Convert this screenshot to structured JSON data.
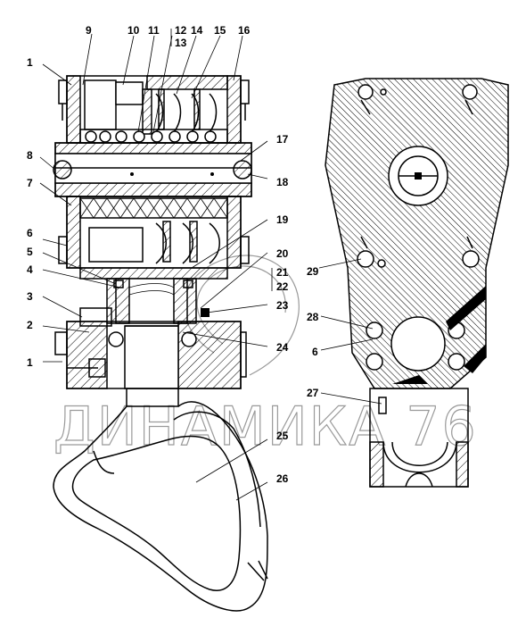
{
  "watermark": "ДИНАМИКА 76",
  "callouts": [
    {
      "id": "c1a",
      "text": "1"
    },
    {
      "id": "c1b",
      "text": "1"
    },
    {
      "id": "c2",
      "text": "2"
    },
    {
      "id": "c3",
      "text": "3"
    },
    {
      "id": "c4",
      "text": "4"
    },
    {
      "id": "c5",
      "text": "5"
    },
    {
      "id": "c6a",
      "text": "6"
    },
    {
      "id": "c6b",
      "text": "6"
    },
    {
      "id": "c7",
      "text": "7"
    },
    {
      "id": "c8",
      "text": "8"
    },
    {
      "id": "c9",
      "text": "9"
    },
    {
      "id": "c10",
      "text": "10"
    },
    {
      "id": "c11",
      "text": "11"
    },
    {
      "id": "c12",
      "text": "12"
    },
    {
      "id": "c13",
      "text": "13"
    },
    {
      "id": "c14",
      "text": "14"
    },
    {
      "id": "c15",
      "text": "15"
    },
    {
      "id": "c16",
      "text": "16"
    },
    {
      "id": "c17",
      "text": "17"
    },
    {
      "id": "c18",
      "text": "18"
    },
    {
      "id": "c19",
      "text": "19"
    },
    {
      "id": "c20",
      "text": "20"
    },
    {
      "id": "c21",
      "text": "21"
    },
    {
      "id": "c22",
      "text": "22"
    },
    {
      "id": "c23",
      "text": "23"
    },
    {
      "id": "c24",
      "text": "24"
    },
    {
      "id": "c25",
      "text": "25"
    },
    {
      "id": "c26",
      "text": "26"
    },
    {
      "id": "c27",
      "text": "27"
    },
    {
      "id": "c28",
      "text": "28"
    },
    {
      "id": "c29",
      "text": "29"
    }
  ]
}
